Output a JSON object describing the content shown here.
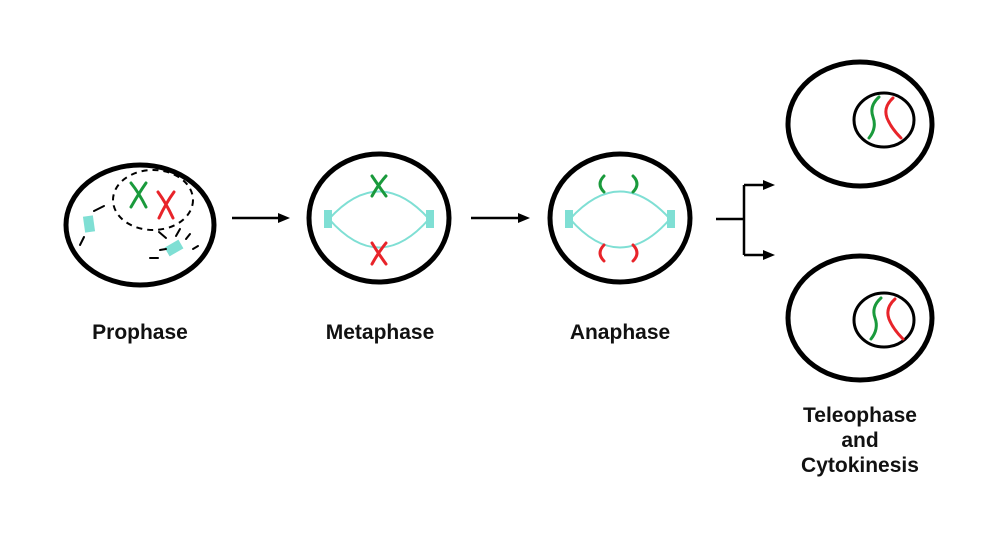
{
  "colors": {
    "outline": "#000000",
    "spindle": "#7fdfd4",
    "chromatid_green": "#1a9a3c",
    "chromatid_red": "#e8242a"
  },
  "stages": {
    "prophase": "Prophase",
    "metaphase": "Metaphase",
    "anaphase": "Anaphase",
    "telophase_line1": "Teleophase",
    "telophase_line2": "and",
    "telophase_line3": "Cytokinesis"
  }
}
